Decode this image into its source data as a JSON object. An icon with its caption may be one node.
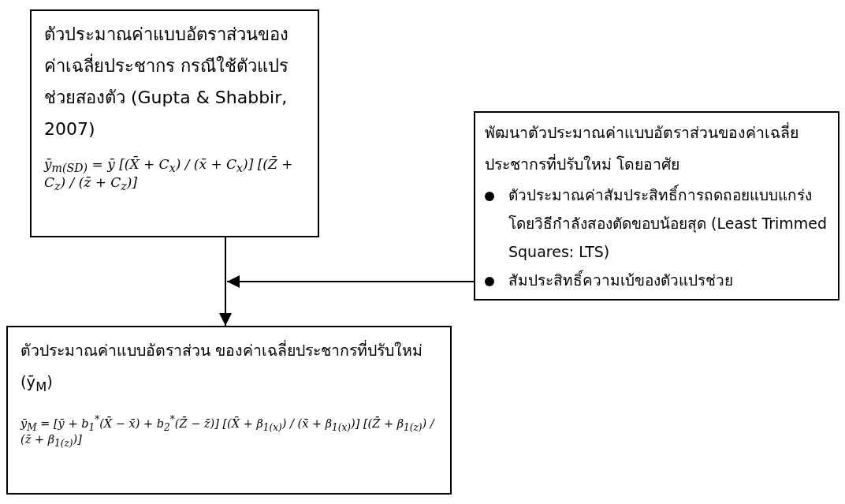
{
  "diagram": {
    "nodes": [
      {
        "text": [
          "ตัวประมาณค่าแบบอัตราส่วนของค่าเฉลี่ยประชากร กรณีใช้ตัวแปรช่วยสองตัว (Gupta & Shabbir, 2007)",
          "ȳ$_{m(SD)}$ = ȳ [(X̄ + C$_{x}$) / (x̄ + C$_{x}$)] [(Z̄ + C$_{z}$) / (z̄ + C$_{z}$)]"
        ]
      },
      {
        "text": [
          "ตัวประมาณค่าแบบอัตราส่วน ของค่าเฉลี่ยประชากรที่ปรับใหม่ (ȳ$_{M}$)",
          "ȳ$_{M}$ = [ȳ + b$_{1}$$^{*}$(X̄ − x̄) + b$_{2}$$^{*}$(Z̄ − z̄)] [(X̄ + β$_{1(x)}$) / (x̄ + β$_{1(x)}$)] [(Z̄ + β$_{1(z)}$) / (z̄ + β$_{1(z)}$)]"
        ]
      },
      {
        "text": [
          "พัฒนาตัวประมาณค่าแบบอัตราส่วนของค่าเฉลี่ยประชากรที่ปรับใหม่ โดยอาศัย",
          "ตัวประมาณค่าสัมประสิทธิ์การถดถอยแบบแกร่งโดยวิธีกำลังสองตัดขอบน้อยสุด (Least Trimmed Squares: LTS)",
          "สัมประสิทธิ์ความเบ้ของตัวแปรช่วย"
        ]
      }
    ],
    "edges": [
      {
        "from": 0,
        "to": 1,
        "arrow": "to"
      },
      {
        "from": 2,
        "to": null,
        "arrow": "to"
      }
    ]
  }
}
